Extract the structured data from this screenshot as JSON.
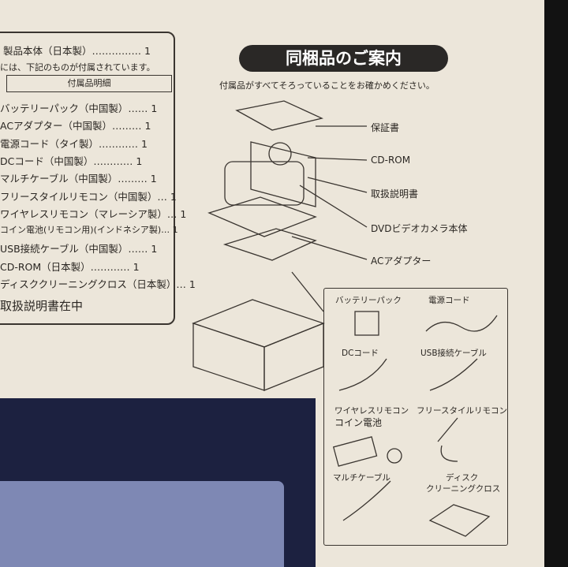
{
  "list": {
    "main_item": "製品本体（日本製）…………… 1",
    "note": "には、下記のものが付属されています。",
    "header": "付属品明細",
    "items": [
      "バッテリーパック（中国製）…… 1",
      "ACアダプター（中国製）……… 1",
      "電源コード（タイ製）………… 1",
      "DCコード（中国製）………… 1",
      "マルチケーブル（中国製）……… 1",
      "フリースタイルリモコン（中国製）… 1",
      "ワイヤレスリモコン（マレーシア製）… 1",
      "コイン電池(リモコン用)(インドネシア製)… 1",
      "USB接続ケーブル（中国製）…… 1",
      "CD-ROM（日本製）………… 1",
      "ディスククリーニングクロス（日本製）… 1"
    ],
    "footer": "取扱説明書在中"
  },
  "guide": {
    "title": "同梱品のご案内",
    "subtitle": "付属品がすべてそろっていることをお確かめください。",
    "callouts": [
      "保証書",
      "CD-ROM",
      "取扱説明書",
      "DVDビデオカメラ本体",
      "ACアダプター"
    ]
  },
  "accessories": {
    "items": [
      "バッテリーパック",
      "電源コード",
      "DCコード",
      "USB接続ケーブル",
      "ワイヤレスリモコン",
      "コイン電池",
      "フリースタイルリモコン",
      "マルチケーブル",
      "ディスク",
      "クリーニングクロス"
    ]
  },
  "colors": {
    "box_navy": "#1c2140",
    "paper": "#ece6da",
    "ink": "#2a2622"
  }
}
